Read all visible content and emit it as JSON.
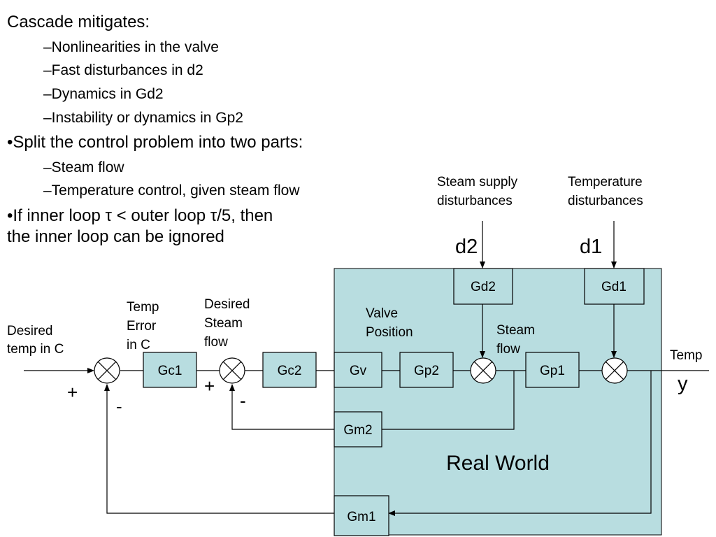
{
  "text": {
    "heading": "Cascade mitigates:",
    "mitigations": [
      "–Nonlinearities in the valve",
      "–Fast disturbances in d2",
      "–Dynamics in Gd2",
      "–Instability or dynamics in Gp2"
    ],
    "split_bullet": "•Split the control problem into two parts:",
    "split_items": [
      "–Steam flow",
      "–Temperature control, given steam flow"
    ],
    "inner_loop_line1": "•If inner loop τ < outer loop τ/5, then",
    "inner_loop_line2": "the inner loop can be ignored"
  },
  "diagram": {
    "region_label": "Real World",
    "region_color": "#b8dde0",
    "blocks": {
      "gc1": "Gc1",
      "gc2": "Gc2",
      "gv": "Gv",
      "gp2": "Gp2",
      "gp1": "Gp1",
      "gd2": "Gd2",
      "gd1": "Gd1",
      "gm2": "Gm2",
      "gm1": "Gm1"
    },
    "labels": {
      "desired_temp": [
        "Desired",
        "temp in C"
      ],
      "temp_error": [
        "Temp",
        "Error",
        "in C"
      ],
      "desired_steam": [
        "Desired",
        "Steam",
        "flow"
      ],
      "valve_position": [
        "Valve",
        "Position"
      ],
      "steam_flow": [
        "Steam",
        "flow"
      ],
      "steam_supply_dist": [
        "Steam supply",
        "disturbances"
      ],
      "temperature_dist": [
        "Temperature",
        "disturbances"
      ],
      "d2": "d2",
      "d1": "d1",
      "temp_out": "Temp",
      "y": "y",
      "plus_outer": "+",
      "minus_outer": "-",
      "plus_inner": "+",
      "minus_inner": "-"
    }
  }
}
